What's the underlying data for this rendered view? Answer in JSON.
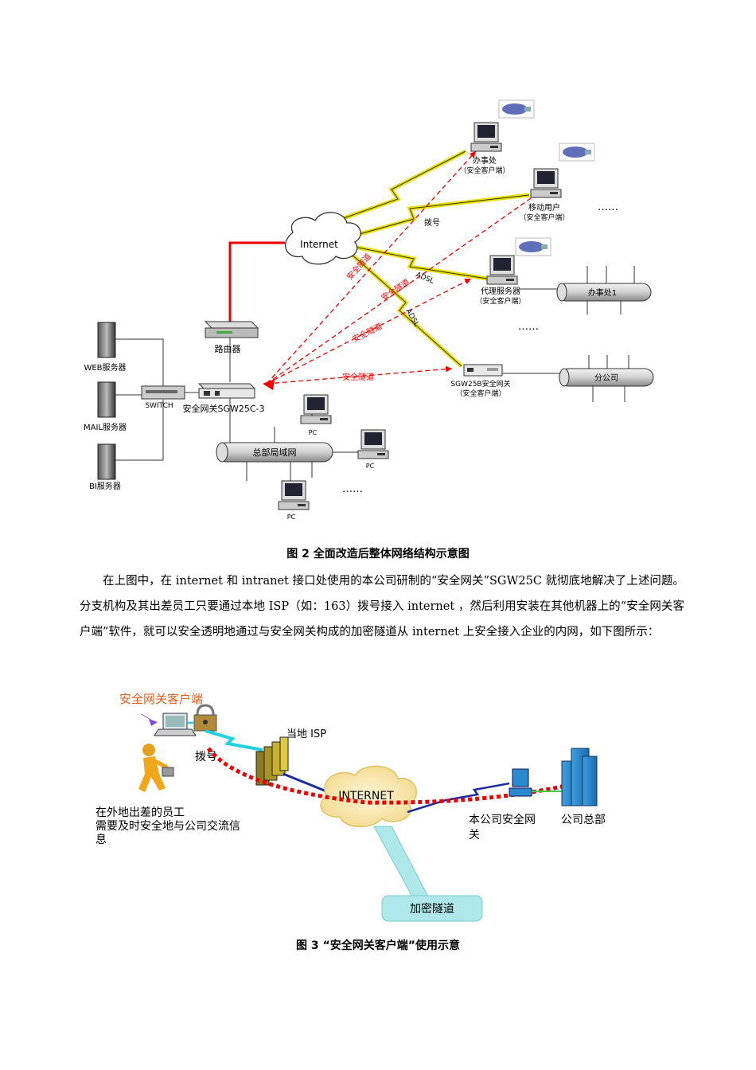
{
  "figure2": {
    "labels": {
      "internet": "Internet",
      "office": "办事处",
      "office_client": "（安全客户端）",
      "mobile": "移动用户",
      "mobile_client": "（安全客户端）",
      "dots1": "……",
      "dialup": "拨号",
      "adsl1": "ADSL",
      "adsl2": "ADSL",
      "tunnel1": "安全隧道",
      "tunnel2": "安全隧道",
      "tunnel3": "安全隧道",
      "tunnel4": "安全隧道",
      "proxy": "代理服务器",
      "proxy_client": "（安全客户端）",
      "office1": "办事处1",
      "dots2": "……",
      "router": "路由器",
      "web": "WEB服务器",
      "mail": "MAIL服务器",
      "bi": "BI服务器",
      "switch": "SWITCH",
      "gateway": "安全网关SGW25C-3",
      "sgw25b": "SGW25B安全网关",
      "sgw25b_client": "（安全客户端）",
      "branch": "分公司",
      "lan": "总部局域网",
      "pc1": "PC",
      "pc2": "PC",
      "pc3": "PC",
      "dots3": "……"
    },
    "caption": "图 2 全面改造后整体网络结构示意图"
  },
  "paragraph": "在上图中，在 internet 和 intranet 接口处使用的本公司研制的“安全网关”SGW25C 就彻底地解决了上述问题。分支机构及其出差员工只要通过本地 ISP（如：163）拨号接入 internet ，然后利用安装在其他机器上的“安全网关客户端”软件，就可以安全透明地通过与安全网关构成的加密隧道从 internet 上安全接入企业的内网，如下图所示：",
  "figure3": {
    "labels": {
      "client": "安全网关客户端",
      "isp": "当地 ISP",
      "dialup": "拨号",
      "internet": "INTERNET",
      "traveler_1": "在外地出差的员工",
      "traveler_2": "需要及时安全地与公司交流信",
      "traveler_3": "息",
      "gateway_1": "本公司安全网",
      "gateway_2": "关",
      "hq": "公司总部",
      "tunnel": "加密隧道"
    },
    "caption": "图 3  “安全网关客户端”使用示意"
  }
}
